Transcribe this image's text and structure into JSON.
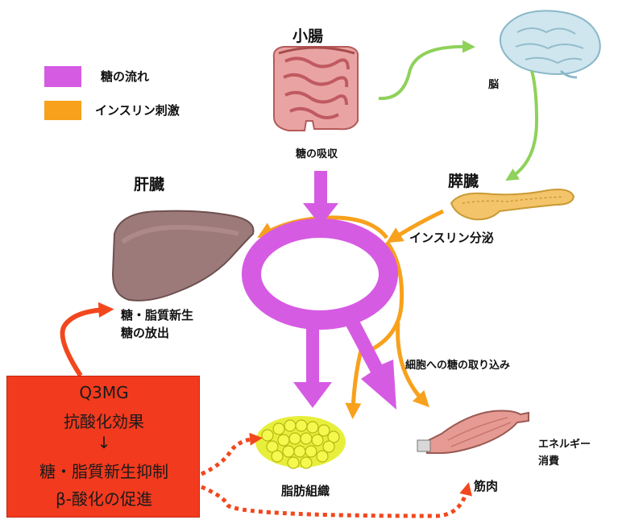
{
  "legend": {
    "sugar_flow": "糖の流れ",
    "insulin": "インスリン刺激"
  },
  "organs": {
    "small_intestine": "小腸",
    "brain": "脳",
    "liver": "肝臓",
    "pancreas": "膵臓",
    "adipose": "脂肪組織",
    "muscle": "筋肉"
  },
  "notes": {
    "absorption": "糖の吸収",
    "insulin_secretion": "インスリン分泌",
    "liver_line1": "糖・脂質新生",
    "liver_line2": "糖の放出",
    "uptake": "細胞への糖の取り込み",
    "energy_line1": "エネルギー",
    "energy_line2": "消費"
  },
  "q3mg": {
    "line1": "Q3MG",
    "line2": "抗酸化効果",
    "arrow": "↓",
    "line3": "糖・脂質新生抑制",
    "line4": "β-酸化の促進"
  },
  "colors": {
    "sugar": "#d65be3",
    "insulin": "#f7a11c",
    "brain_signal": "#8fd15a",
    "q3mg_box": "#f23a1e",
    "q3mg_arrow": "#f2471e"
  }
}
